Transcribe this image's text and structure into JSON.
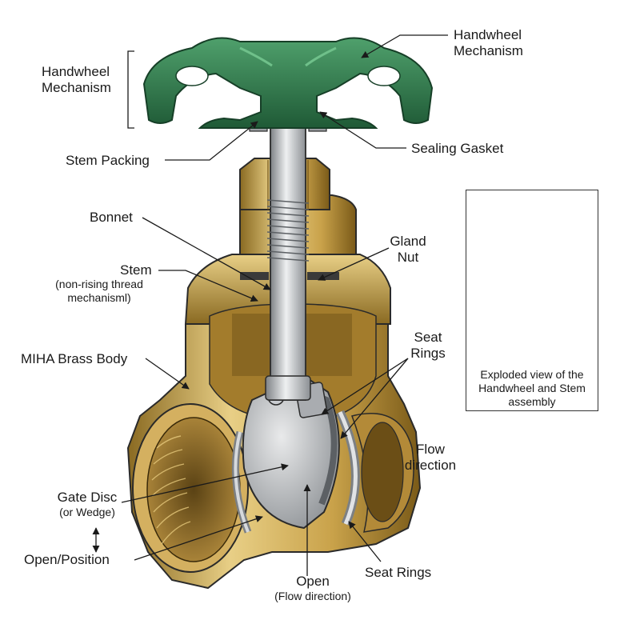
{
  "labels": {
    "handwheel_left": [
      "Handwheel",
      "Mechanism"
    ],
    "handwheel_right": [
      "Handwheel",
      "Mechanism"
    ],
    "stem_packing": "Stem Packing",
    "sealing_gasket": "Sealing Gasket",
    "bonnet": "Bonnet",
    "gland_nut": [
      "Gland",
      "Nut"
    ],
    "stem": "Stem",
    "stem_note": [
      "(non-rising thread",
      "mechanisml)"
    ],
    "body": "MIHA Brass Body",
    "seat_rings_top": [
      "Seat",
      "Rings"
    ],
    "flow_direction": [
      "Flow",
      "direction"
    ],
    "gate_disc": "Gate Disc",
    "gate_disc_note": "(or Wedge)",
    "open_position": "Open/Position",
    "open": "Open",
    "open_note": "(Flow direction)",
    "seat_rings_bottom": "Seat Rings"
  },
  "inset": {
    "caption": [
      "Exploded view of the",
      "Handwheel and Stem",
      "assembly"
    ]
  },
  "colors": {
    "brass": "#c9a24a",
    "brass_dark": "#8a6a22",
    "brass_light": "#e8cf86",
    "handwheel_green": "#2f7a4c",
    "steel": "#b9bcbf",
    "outline": "#2a2a2a"
  }
}
